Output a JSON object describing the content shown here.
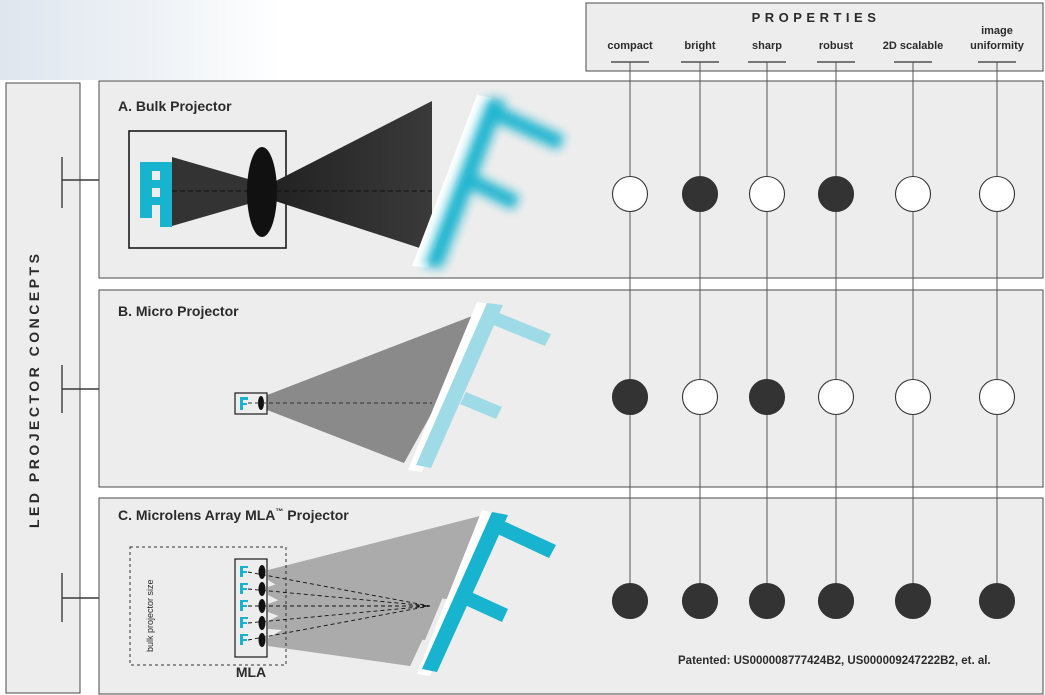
{
  "side_label": "LED PROJECTOR CONCEPTS",
  "properties_header": "PROPERTIES",
  "properties": [
    {
      "line1": "compact",
      "line2": ""
    },
    {
      "line1": "bright",
      "line2": ""
    },
    {
      "line1": "sharp",
      "line2": ""
    },
    {
      "line1": "robust",
      "line2": ""
    },
    {
      "line1": "2D scalable",
      "line2": ""
    },
    {
      "line1": "image",
      "line2": "uniformity"
    }
  ],
  "concepts": [
    {
      "title": "A. Bulk Projector",
      "title_sup": "",
      "title_tail": "",
      "ratings": [
        false,
        true,
        false,
        true,
        false,
        false
      ]
    },
    {
      "title": "B. Micro Projector",
      "title_sup": "",
      "title_tail": "",
      "ratings": [
        true,
        false,
        true,
        false,
        false,
        false
      ]
    },
    {
      "title": "C. Microlens Array MLA",
      "title_sup": "™",
      "title_tail": " Projector",
      "ratings": [
        true,
        true,
        true,
        true,
        true,
        true
      ]
    }
  ],
  "bulk_size_label": "bulk projector size",
  "mla_label": "MLA",
  "patent_note": "Patented: US000008777424B2, US000009247222B2, et. al.",
  "colors": {
    "panel_bg": "#ededed",
    "border": "#4a4a4a",
    "filled": "#333333",
    "cyan": "#17b3cf",
    "cyan_light": "#9fdbe6"
  }
}
